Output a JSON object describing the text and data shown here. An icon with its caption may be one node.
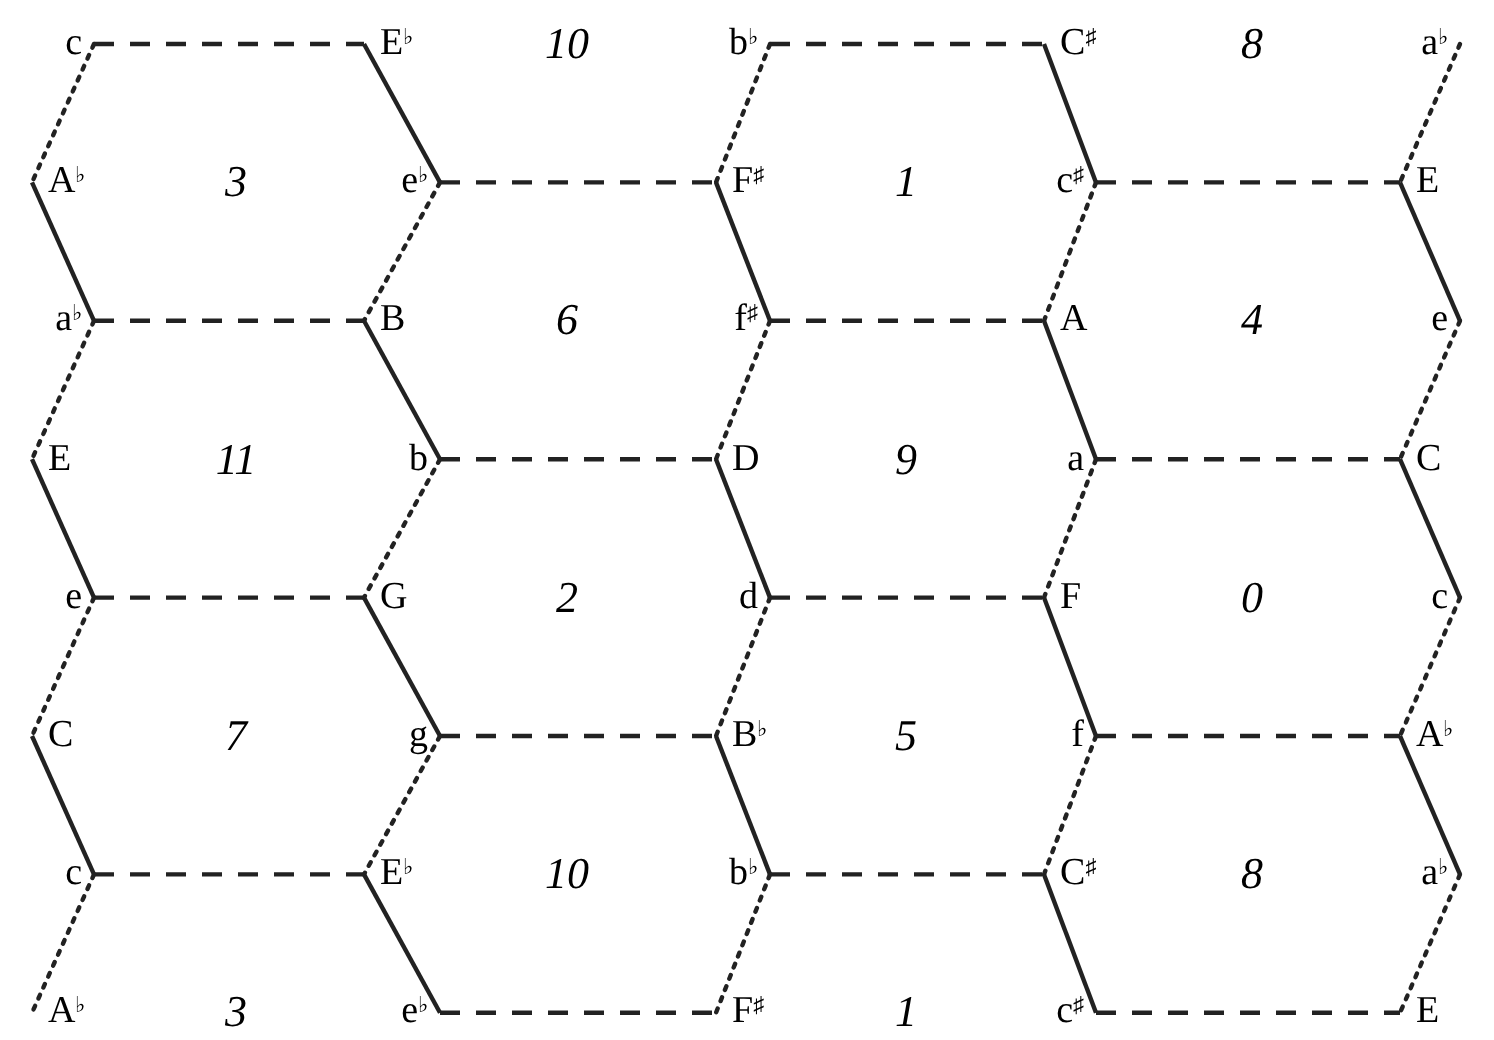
{
  "diagram": {
    "labels": [
      "c",
      "E$^{♭}$",
      "10",
      "b$^{♭}$",
      "C$^{♯}$",
      "8",
      "a$^{♭}$",
      "A$^{♭}$",
      "3",
      "e$^{♭}$",
      "F$^{♯}$",
      "1",
      "c$^{♯}$",
      "E",
      "a$^{♭}$",
      "B",
      "6",
      "f$^{♯}$",
      "A",
      "4",
      "e",
      "E",
      "11",
      "b",
      "D",
      "9",
      "a",
      "C",
      "e",
      "G",
      "2",
      "d",
      "F",
      "0",
      "c",
      "C",
      "7",
      "g",
      "B$^{♭}$",
      "5",
      "f",
      "A$^{♭}$",
      "c",
      "E$^{♭}$",
      "10",
      "b$^{♭}$",
      "C$^{♯}$",
      "8",
      "a$^{♭}$",
      "A$^{♭}$",
      "3",
      "e$^{♭}$",
      "F$^{♯}$",
      "1",
      "c$^{♯}$",
      "E"
    ]
  }
}
